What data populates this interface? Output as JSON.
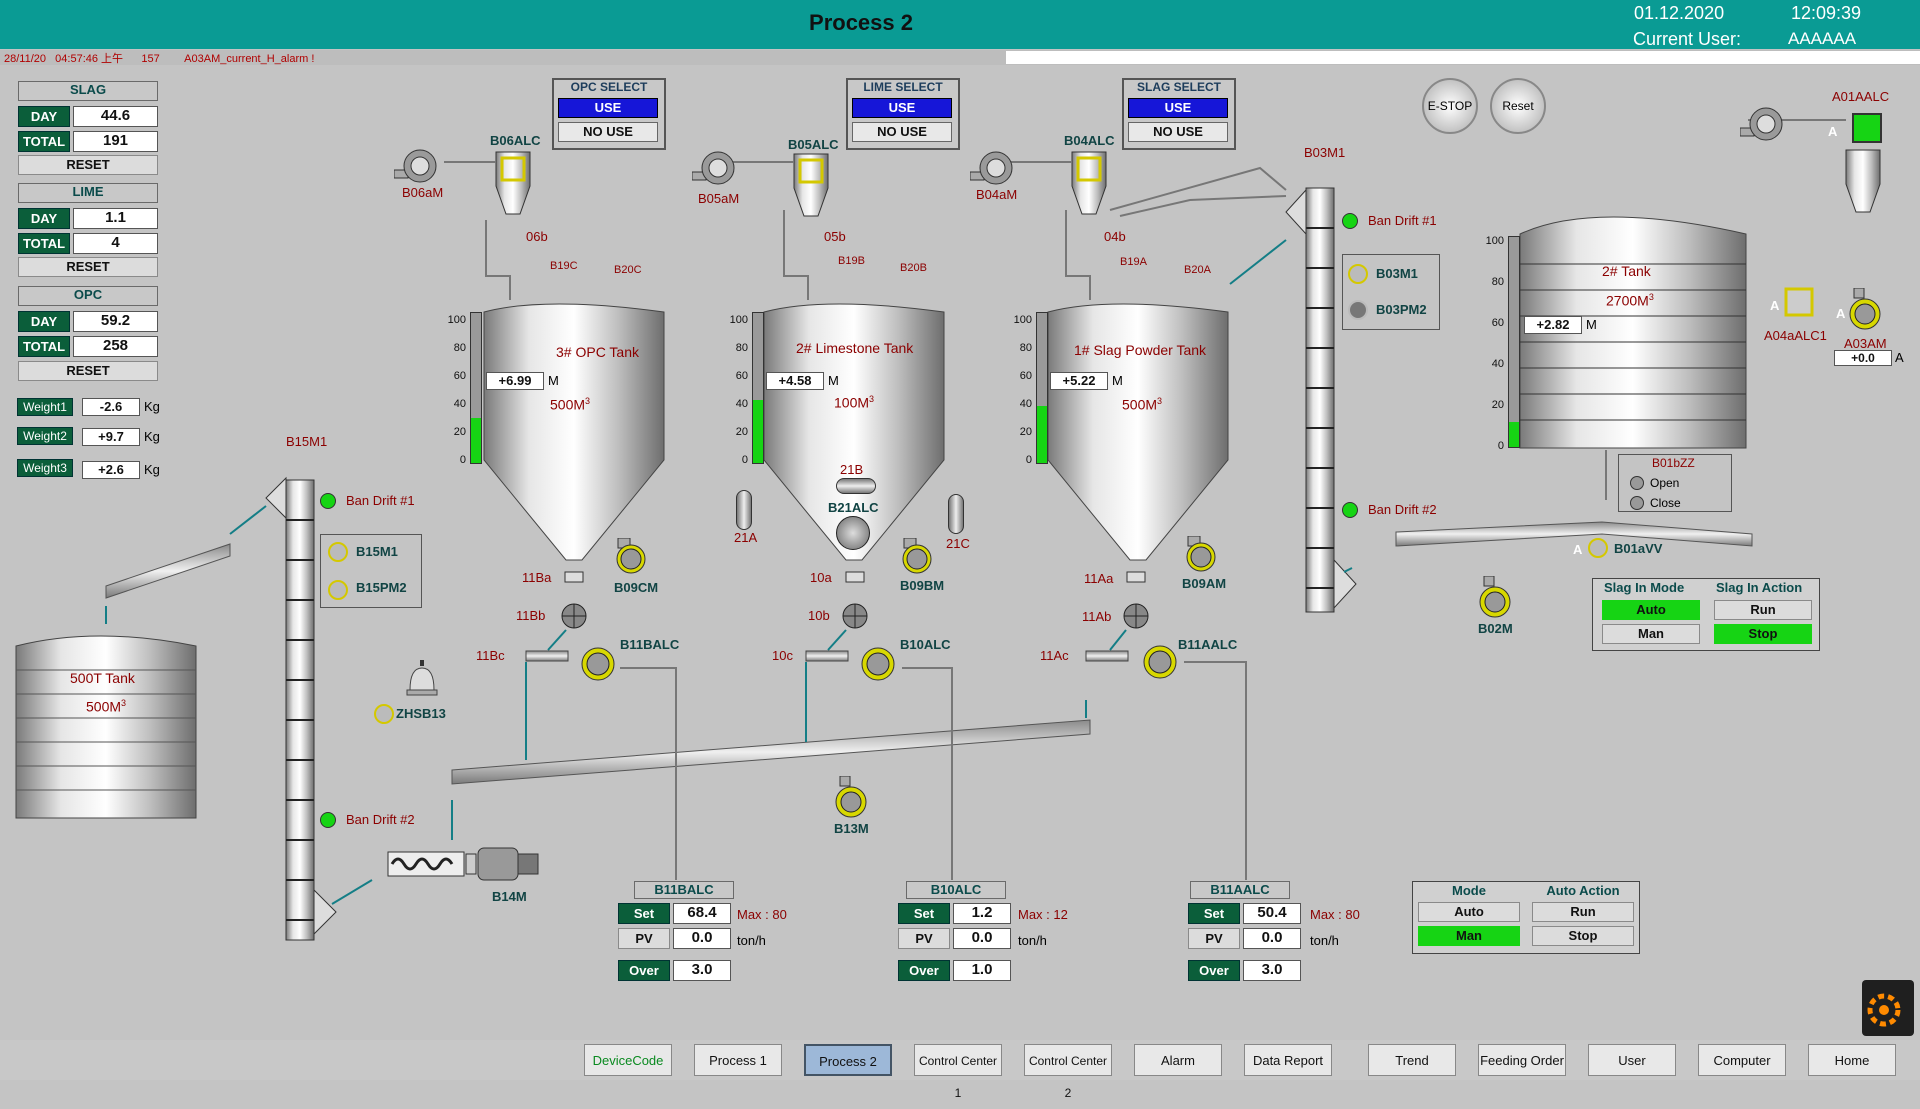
{
  "header": {
    "title": "Process 2",
    "date": "01.12.2020",
    "time": "12:09:39",
    "user_label": "Current User:",
    "user": "AAAAAA"
  },
  "alarm_bar": {
    "text": "28/11/20   04:57:46 上午      157        A03AM_current_H_alarm !"
  },
  "totals": [
    {
      "title": "SLAG",
      "day_label": "DAY",
      "day": "44.6",
      "total_label": "TOTAL",
      "total": "191",
      "reset": "RESET"
    },
    {
      "title": "LIME",
      "day_label": "DAY",
      "day": "1.1",
      "total_label": "TOTAL",
      "total": "4",
      "reset": "RESET"
    },
    {
      "title": "OPC",
      "day_label": "DAY",
      "day": "59.2",
      "total_label": "TOTAL",
      "total": "258",
      "reset": "RESET"
    }
  ],
  "weights": [
    {
      "label": "Weight1",
      "value": "-2.6",
      "unit": "Kg"
    },
    {
      "label": "Weight2",
      "value": "+9.7",
      "unit": "Kg"
    },
    {
      "label": "Weight3",
      "value": "+2.6",
      "unit": "Kg"
    }
  ],
  "selects": [
    {
      "title": "OPC SELECT",
      "use": "USE",
      "nouse": "NO USE"
    },
    {
      "title": "LIME SELECT",
      "use": "USE",
      "nouse": "NO USE"
    },
    {
      "title": "SLAG SELECT",
      "use": "USE",
      "nouse": "NO USE"
    }
  ],
  "tanks": [
    {
      "name": "3#  OPC Tank",
      "capacity": "500M",
      "level_display": "+6.99",
      "unit": "M",
      "fill_pct": 30,
      "filter": "B06ALC",
      "fan": "B06aM",
      "valve": "06b",
      "lvl_a": "B19C",
      "lvl_b": "B20C",
      "outlet": "11Ba",
      "rotary": "11Bb",
      "screw": "11Bc",
      "blower": "B09CM",
      "pump": "B11BALC"
    },
    {
      "name": "2#  Limestone Tank",
      "capacity": "100M",
      "level_display": "+4.58",
      "unit": "M",
      "fill_pct": 42,
      "filter": "B05ALC",
      "fan": "B05aM",
      "valve": "05b",
      "lvl_a": "B19B",
      "lvl_b": "B20B",
      "outlet": "10a",
      "rotary": "10b",
      "screw": "10c",
      "blower": "B09BM",
      "pump": "B10ALC",
      "extra_21a": "21A",
      "extra_21b": "21B",
      "extra_21c": "21C",
      "extra_b21": "B21ALC"
    },
    {
      "name": "1#  Slag Powder Tank",
      "capacity": "500M",
      "level_display": "+5.22",
      "unit": "M",
      "fill_pct": 38,
      "filter": "B04ALC",
      "fan": "B04aM",
      "valve": "04b",
      "lvl_a": "B19A",
      "lvl_b": "B20A",
      "outlet": "11Aa",
      "rotary": "11Ab",
      "screw": "11Ac",
      "blower": "B09AM",
      "pump": "B11AALC"
    }
  ],
  "scale_ticks": [
    "100",
    "80",
    "60",
    "40",
    "20",
    "0"
  ],
  "tank2": {
    "name": "2# Tank",
    "capacity": "2700M",
    "level_display": "+2.82",
    "unit": "M",
    "fill_pct": 12,
    "a04": "A04aALC1",
    "a03": "A03AM",
    "a03_val": "+0.0",
    "a03_unit": "A",
    "a01": "A01AALC",
    "a_label": "A"
  },
  "tank500": {
    "name": "500T Tank",
    "capacity": "500M"
  },
  "elevators": {
    "b03": {
      "name": "B03M1",
      "drift1": "Ban Drift #1",
      "drift2": "Ban Drift #2",
      "m1": "B03M1",
      "m2": "B03PM2"
    },
    "b15": {
      "name": "B15M1",
      "drift1": "Ban Drift #1",
      "drift2": "Ban Drift #2",
      "m1": "B15M1",
      "m2": "B15PM2"
    }
  },
  "misc": {
    "zhsb": "ZHSB13",
    "b13": "B13M",
    "b14": "B14M",
    "b02": "B02M",
    "b01zz": "B01bZZ",
    "open": "Open",
    "close": "Close",
    "b01avv": "B01aVV",
    "estop": "E-STOP",
    "reset": "Reset",
    "cube": "3"
  },
  "flow": [
    {
      "name": "B11BALC",
      "set_label": "Set",
      "set": "68.4",
      "max": "Max : 80",
      "pv_label": "PV",
      "pv": "0.0",
      "unit": "ton/h",
      "over_label": "Over",
      "over": "3.0"
    },
    {
      "name": "B10ALC",
      "set_label": "Set",
      "set": "1.2",
      "max": "Max : 12",
      "pv_label": "PV",
      "pv": "0.0",
      "unit": "ton/h",
      "over_label": "Over",
      "over": "1.0"
    },
    {
      "name": "B11AALC",
      "set_label": "Set",
      "set": "50.4",
      "max": "Max : 80",
      "pv_label": "PV",
      "pv": "0.0",
      "unit": "ton/h",
      "over_label": "Over",
      "over": "3.0"
    }
  ],
  "slag_mode": {
    "mode_title": "Slag In Mode",
    "action_title": "Slag In Action",
    "auto": "Auto",
    "man": "Man",
    "run": "Run",
    "stop": "Stop"
  },
  "mode": {
    "mode_title": "Mode",
    "action_title": "Auto Action",
    "auto": "Auto",
    "man": "Man",
    "run": "Run",
    "stop": "Stop"
  },
  "nav": [
    "DeviceCode",
    "Process 1",
    "Process 2",
    "Control Center 1",
    "Control Center 2",
    "Alarm",
    "Data Report",
    "Trend",
    "Feeding Order",
    "User",
    "Computer",
    "Home"
  ],
  "colors": {
    "header": "#0a9b94",
    "running": "#16d414",
    "select_use": "#1616d8",
    "label_red": "#8b0000",
    "panel_dark": "#0b5e3a"
  }
}
